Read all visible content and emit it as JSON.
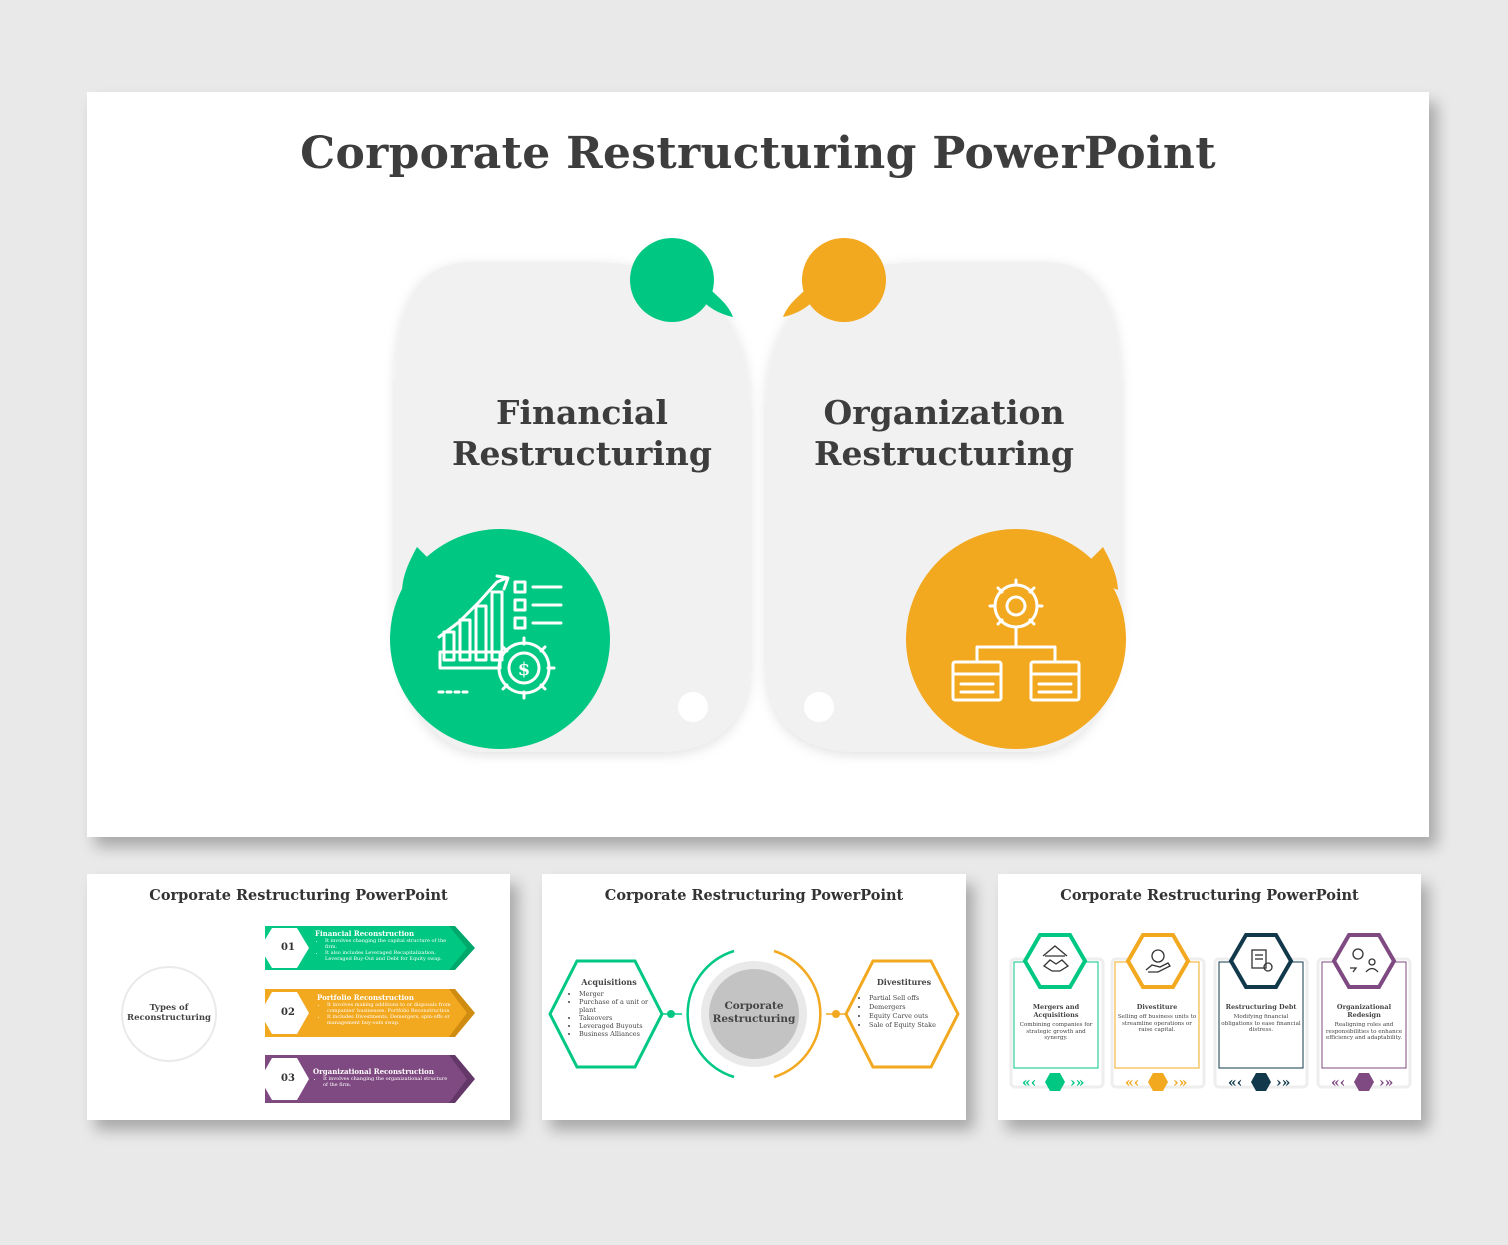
{
  "main": {
    "title": "Corporate Restructuring PowerPoint",
    "cards": [
      {
        "title_line1": "Financial",
        "title_line2": "Restructuring",
        "color": "#00c882",
        "icon": "financial-growth-icon"
      },
      {
        "title_line1": "Organization",
        "title_line2": "Restructuring",
        "color": "#f2a81f",
        "icon": "org-chart-gear-icon"
      }
    ]
  },
  "thumb1": {
    "title": "Corporate Restructuring PowerPoint",
    "center_label_line1": "Types of",
    "center_label_line2": "Reconstructuring",
    "items": [
      {
        "num": "01",
        "title": "Financial Reconstruction",
        "bullets": [
          "It involves changing the capital structure of the firm.",
          "It also includes Leveraged Recapitalization, Leveraged Buy-Out and Debt for Equity swap."
        ],
        "color": "#00c882"
      },
      {
        "num": "02",
        "title": "Portfolio Reconstruction",
        "bullets": [
          "It involves making additions to or disposals from companies' businesses. Portfolio Reconstruction",
          "It includes Divestments, Demergers, spin-offs or management buy-outs swap."
        ],
        "color": "#f2a81f"
      },
      {
        "num": "03",
        "title": "Organizational Reconstruction",
        "bullets": [
          "It involves changing the organizational structure of the firm."
        ],
        "color": "#7f4a82"
      }
    ]
  },
  "thumb2": {
    "title": "Corporate Restructuring PowerPoint",
    "center_line1": "Corporate",
    "center_line2": "Restructuring",
    "left": {
      "title": "Acquisitions",
      "items": [
        "Merger",
        "Purchase of a unit or plant",
        "Takeovers",
        "Leveraged Buyouts",
        "Business Alliances"
      ]
    },
    "right": {
      "title": "Divestitures",
      "items": [
        "Partial Sell offs",
        "Demergers",
        "Equity Carve outs",
        "Sale of Equity Stake"
      ]
    }
  },
  "thumb3": {
    "title": "Corporate Restructuring PowerPoint",
    "cards": [
      {
        "title": "Mergers and Acquisitions",
        "text": "Combining companies for strategic growth and synergy.",
        "color": "#00c882",
        "icon": "handshake-icon"
      },
      {
        "title": "Divestiture",
        "text": "Selling off business units to streamline operations or raise capital.",
        "color": "#f2a81f",
        "icon": "hand-coin-icon"
      },
      {
        "title": "Restructuring Debt",
        "text": "Modifying financial obligations to ease financial distress.",
        "color": "#12394b",
        "icon": "debt-document-icon"
      },
      {
        "title": "Organizational Redesign",
        "text": "Realigning roles and responsibilities to enhance efficiency and adaptability.",
        "color": "#7f4a82",
        "icon": "people-gear-icon"
      }
    ]
  }
}
